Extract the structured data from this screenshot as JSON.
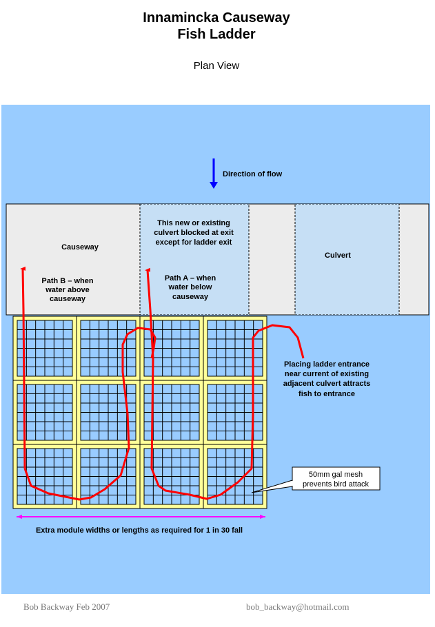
{
  "title": {
    "line1": "Innamincka Causeway",
    "line2": "Fish Ladder",
    "subtitle": "Plan View"
  },
  "labels": {
    "flow": "Direction of flow",
    "causeway": "Causeway",
    "culvert_note": [
      "This new or existing",
      "culvert blocked at exit",
      "except for ladder exit"
    ],
    "culvert": "Culvert",
    "path_b": [
      "Path B –  when",
      "water above",
      "causeway"
    ],
    "path_a": [
      "Path A – when",
      "water below",
      "causeway"
    ],
    "entrance_note": [
      "Placing ladder entrance",
      "near current of existing",
      "adjacent culvert attracts",
      "fish to entrance"
    ],
    "mesh_note": [
      "50mm gal mesh",
      "prevents bird attack"
    ],
    "module_note": "Extra module widths or lengths as required for 1 in 30 fall"
  },
  "footer": {
    "author": "Bob Backway Feb 2007",
    "email": "bob_backway@hotmail.com"
  },
  "colors": {
    "water": "#99ccff",
    "causeway": "#ececec",
    "culvert": "#c6dff5",
    "module": "#ffff99",
    "path": "#ff0000",
    "flow_arrow": "#0000ff",
    "dimension": "#ff00ff"
  }
}
